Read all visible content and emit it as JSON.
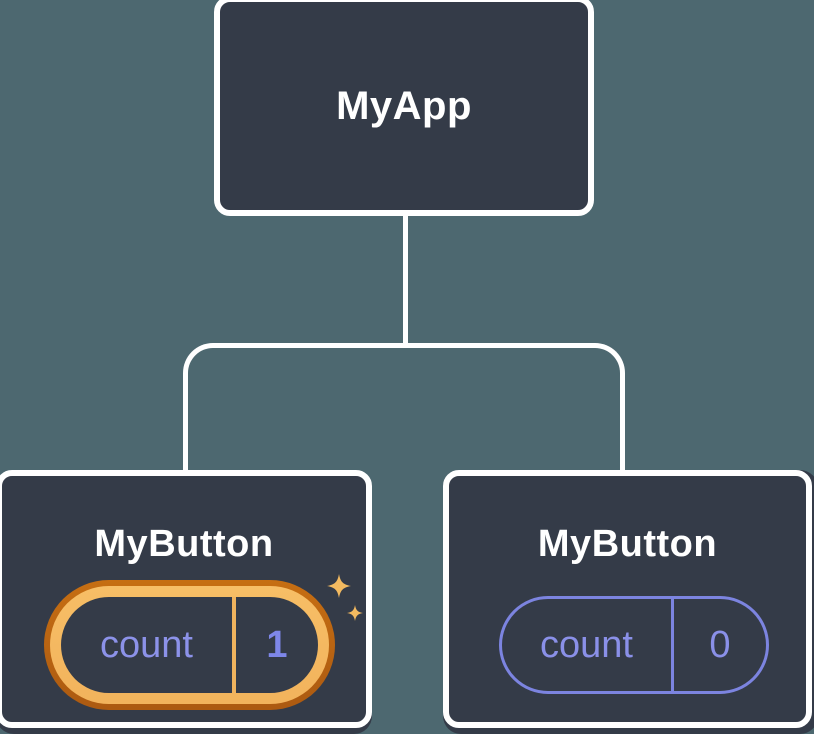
{
  "diagram": {
    "description": "Component tree with isolated state",
    "background_color": "#4D6870",
    "node_fill_color": "#343B48",
    "connector_color": "#FFFFFF",
    "root_node": {
      "title": "MyApp"
    },
    "children": [
      {
        "title": "MyButton",
        "state_key": "count",
        "state_value": "1",
        "highlighted": true,
        "highlight_outer_color": "#C66E12",
        "highlight_inner_color": "#F7BE66",
        "text_color": "#8C92E9",
        "sparkle_color": "#F3BA60"
      },
      {
        "title": "MyButton",
        "state_key": "count",
        "state_value": "0",
        "highlighted": false,
        "pill_border_color": "#7C84E0",
        "text_color": "#8A90E8"
      }
    ]
  }
}
